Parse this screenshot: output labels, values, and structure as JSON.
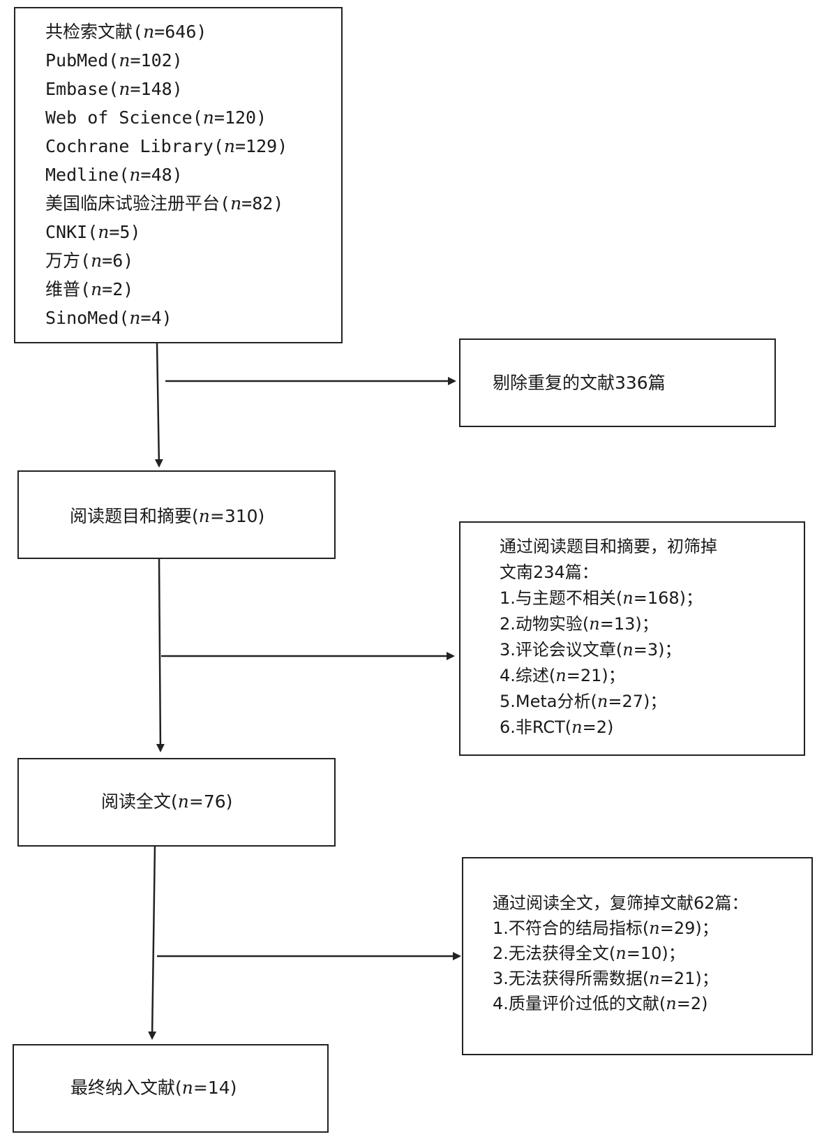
{
  "search_box": {
    "lines": [
      {
        "pre": "共检索文献(",
        "n": "n",
        "post": "=646)"
      },
      {
        "pre": "PubMed(",
        "n": "n",
        "post": "=102)"
      },
      {
        "pre": "Embase(",
        "n": "n",
        "post": "=148)"
      },
      {
        "pre": "Web of Science(",
        "n": "n",
        "post": "=120)"
      },
      {
        "pre": "Cochrane Library(",
        "n": "n",
        "post": "=129)"
      },
      {
        "pre": "Medline(",
        "n": "n",
        "post": "=48)"
      },
      {
        "pre": "美国临床试验注册平台(",
        "n": "n",
        "post": "=82)"
      },
      {
        "pre": "CNKI(",
        "n": "n",
        "post": "=5)"
      },
      {
        "pre": "万方(",
        "n": "n",
        "post": "=6)"
      },
      {
        "pre": "维普(",
        "n": "n",
        "post": "=2)"
      },
      {
        "pre": "SinoMed(",
        "n": "n",
        "post": "=4)"
      }
    ]
  },
  "dedup_box": {
    "text": "剔除重复的文献336篇"
  },
  "title_abstract_box": {
    "pre": "阅读题目和摘要(",
    "n": "n",
    "post": "=310)"
  },
  "exclude1_box": {
    "lines": [
      {
        "pre": "通过阅读题目和摘要，初筛掉",
        "n": "",
        "post": ""
      },
      {
        "pre": "文南234篇：",
        "n": "",
        "post": ""
      },
      {
        "pre": "1.与主题不相关(",
        "n": "n",
        "post": "=168)；"
      },
      {
        "pre": "2.动物实验(",
        "n": "n",
        "post": "=13)；"
      },
      {
        "pre": "3.评论会议文章(",
        "n": "n",
        "post": "=3)；"
      },
      {
        "pre": "4.综述(",
        "n": "n",
        "post": "=21)；"
      },
      {
        "pre": "5.Meta分析(",
        "n": "n",
        "post": "=27)；"
      },
      {
        "pre": "6.非RCT(",
        "n": "n",
        "post": "=2)"
      }
    ]
  },
  "fulltext_box": {
    "pre": "阅读全文(",
    "n": "n",
    "post": "=76)"
  },
  "exclude2_box": {
    "lines": [
      {
        "pre": "通过阅读全文，复筛掉文献62篇：",
        "n": "",
        "post": ""
      },
      {
        "pre": "1.不符合的结局指标(",
        "n": "n",
        "post": "=29)；"
      },
      {
        "pre": "2.无法获得全文(",
        "n": "n",
        "post": "=10)；"
      },
      {
        "pre": "3.无法获得所需数据(",
        "n": "n",
        "post": "=21)；"
      },
      {
        "pre": "4.质量评价过低的文献(",
        "n": "n",
        "post": "=2)"
      }
    ]
  },
  "final_box": {
    "pre": "最终纳入文献(",
    "n": "n",
    "post": "=14)"
  }
}
